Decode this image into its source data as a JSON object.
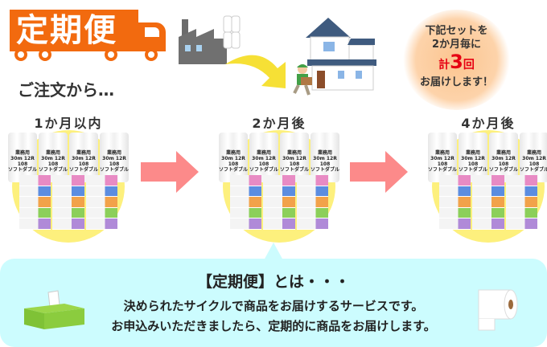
{
  "banner": {
    "title": "定期便"
  },
  "badge": {
    "line1": "下記セットを",
    "line2": "2か月毎に",
    "count_prefix": "計",
    "count": "3",
    "count_suffix": "回",
    "line4": "お届けします！"
  },
  "order_text": "ご注文から…",
  "product_label": [
    "業務用",
    "30m 12R 108",
    "ソフトダブル"
  ],
  "tissue_colors": [
    "#e88bc4",
    "#5c8de0",
    "#f2a24a",
    "#8ccf5a",
    "#b08ad8"
  ],
  "groups": [
    {
      "label": "1か月以内"
    },
    {
      "label": "2か月後"
    },
    {
      "label": "4か月後"
    }
  ],
  "callout": {
    "title": "【定期便】とは・・・",
    "line1": "決められたサイクルで商品をお届けするサービスです。",
    "line2": "お申込みいただきましたら、定期的に商品をお届けします。"
  },
  "colors": {
    "brand": "#f26a0f",
    "arrow": "#fc8a8a",
    "callout_bg": "#ccfcfe",
    "highlight": "#fdf07d"
  }
}
